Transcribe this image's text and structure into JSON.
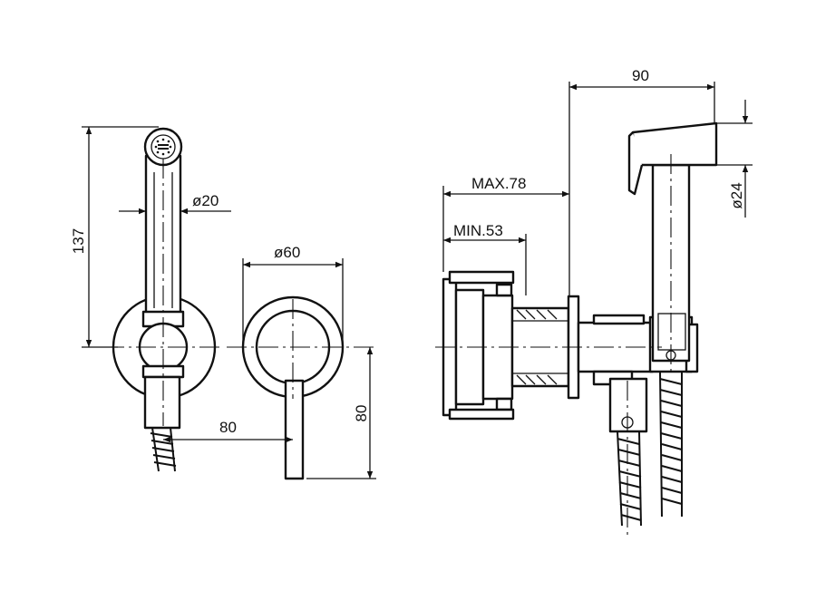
{
  "dimensions": {
    "handset_height": "137",
    "hose_diameter": "ø20",
    "plate_diameter": "ø60",
    "lever_spacing": "80",
    "lever_drop": "80",
    "projection": "90",
    "max_depth": "MAX.78",
    "min_depth": "MIN.53",
    "head_diameter": "ø24"
  }
}
